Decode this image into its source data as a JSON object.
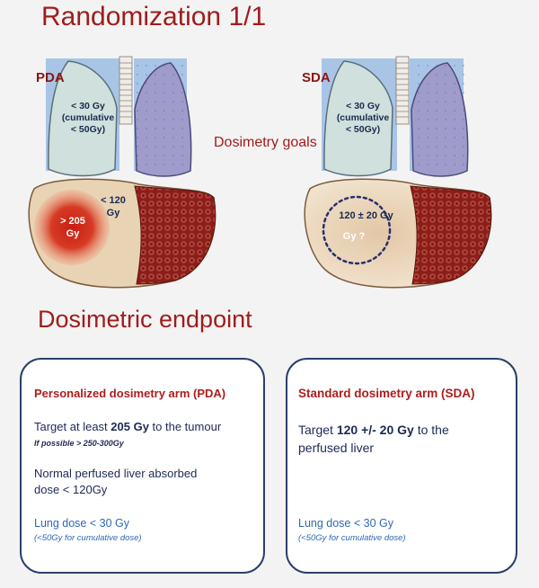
{
  "title": "Randomization 1/1",
  "center_label": "Dosimetry goals",
  "pda_panel": {
    "tag": "PDA",
    "lung_line1": "< 30 Gy",
    "lung_line2": "(cumulative",
    "lung_line3": "< 50Gy)",
    "tumour_line1": "> 205",
    "tumour_line2": "Gy",
    "liver_line1": "< 120",
    "liver_line2": "Gy"
  },
  "sda_panel": {
    "tag": "SDA",
    "lung_line1": "< 30 Gy",
    "lung_line2": "(cumulative",
    "lung_line3": "< 50Gy)",
    "liver_dose": "120 ± 20 Gy",
    "tumour_dose": "Gy ?"
  },
  "endpoint_title": "Dosimetric endpoint",
  "pda_card": {
    "heading": "Personalized dosimetry arm (PDA)",
    "target_pre": "Target at least ",
    "target_bold": "205 Gy",
    "target_post": " to the tumour",
    "target_note": "If possible > 250-300Gy",
    "normal_line1": "Normal perfused liver absorbed",
    "normal_line2": "dose < 120Gy",
    "lung": "Lung dose < 30 Gy",
    "lung_note": "(<50Gy for cumulative dose)"
  },
  "sda_card": {
    "heading": "Standard dosimetry arm (SDA)",
    "target_pre": "Target ",
    "target_bold": "120 +/- 20 Gy",
    "target_post": " to the",
    "target_line2": "perfused liver",
    "lung": "Lung dose < 30 Gy",
    "lung_note": "(<50Gy for cumulative dose)"
  },
  "colors": {
    "title_red": "#a01c1c",
    "card_border": "#2b3f6b",
    "lung_note_blue": "#2e68b5"
  }
}
